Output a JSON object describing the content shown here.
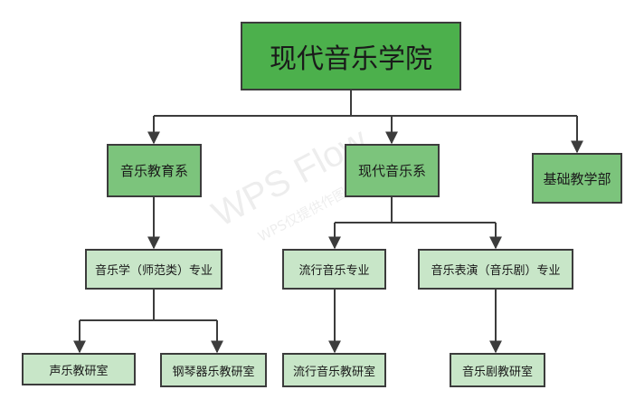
{
  "nodes": {
    "root": "现代音乐学院",
    "music_edu": "音乐教育系",
    "modern_music": "现代音乐系",
    "basic_teaching": "基础教学部",
    "music_major": "音乐学（师范类）专业",
    "pop_major": "流行音乐专业",
    "performance_major": "音乐表演（音乐剧）专业",
    "vocal_room": "声乐教研室",
    "piano_room": "钢琴器乐教研室",
    "pop_room": "流行音乐教研室",
    "opera_room": "音乐剧教研室"
  },
  "watermark": {
    "main": "WPS Flow",
    "sub": "WPS仅提供作图能力"
  },
  "colors": {
    "root_fill": "#4cb04c",
    "level1_fill": "#7cc47c",
    "level2_fill": "#c8e6c8",
    "border": "#3c3c3c",
    "connector": "#3c3c3c"
  }
}
